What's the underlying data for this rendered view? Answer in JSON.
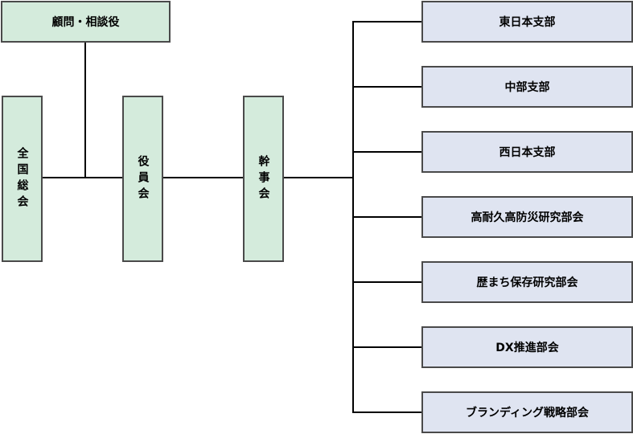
{
  "org": {
    "advisors": "顧問・相談役",
    "general_assembly": "全国総会",
    "officers": "役員会",
    "staff": "幹事会",
    "branches": [
      "東日本支部",
      "中部支部",
      "西日本支部",
      "高耐久高防災研究部会",
      "歴まち保存研究部会",
      "DX推進部会",
      "ブランディング戦略部会"
    ]
  },
  "colors": {
    "core_fill": "#d4ebdc",
    "branch_fill": "#dfe4f1",
    "border": "#4a4a4a",
    "line": "#000000"
  }
}
